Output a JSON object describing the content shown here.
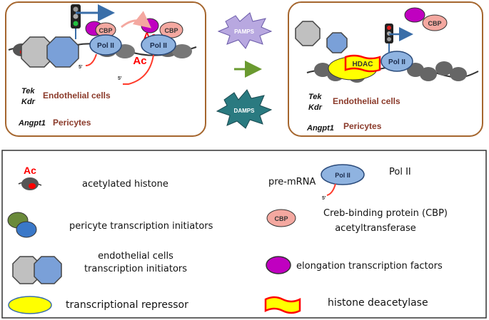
{
  "panels": {
    "left": {
      "genes": {
        "line1": "Tek",
        "line2": "Kdr",
        "line3": "Angpt1"
      },
      "cell_labels": {
        "endothelial": "Endothelial cells",
        "pericytes": "Pericytes"
      },
      "pol_labels": [
        "Pol II",
        "Pol II"
      ],
      "cbp_labels": [
        "CBP",
        "CBP"
      ],
      "ac_labels": [
        "Ac",
        "Ac"
      ],
      "five_prime": [
        "5'",
        "5'"
      ]
    },
    "right": {
      "genes": {
        "line1": "Tek",
        "line2": "Kdr",
        "line3": "Angpt1"
      },
      "cell_labels": {
        "endothelial": "Endothelial cells",
        "pericytes": "Pericytes"
      },
      "pol_label": "Pol II",
      "cbp_label": "CBP",
      "hdac_label": "HDAC"
    }
  },
  "signals": {
    "pamps": "PAMPS",
    "damps": "DAMPS"
  },
  "legend": {
    "acetylated_histone": {
      "ac": "Ac",
      "label": "acetylated histone"
    },
    "pericyte": {
      "label": "pericyte transcription  initiators"
    },
    "endothelial": {
      "line1": "endothelial  cells",
      "line2": "transcription  initiators"
    },
    "repressor": {
      "label": "transcriptional repressor"
    },
    "pol": {
      "pre_mrna": "pre-mRNA",
      "pol_short": "Pol II",
      "five_prime": "5'",
      "label": "Pol II"
    },
    "cbp": {
      "badge": "CBP",
      "line1": "Creb-binding protein (CBP)",
      "line2": "acetyltransferase"
    },
    "elongation": {
      "label": "elongation  transcription factors"
    },
    "hdac": {
      "label": "histone deacetylase"
    }
  },
  "colors": {
    "panel_border": "#a5662e",
    "brown_text": "#8b3a2a",
    "ac_red": "#ff0000",
    "pol_blue": "#8fb3e0",
    "octagon_gray": "#c0c0c0",
    "octagon_blue": "#7aa0d8",
    "cbp_pink": "#f4a8a0",
    "elongation_magenta": "#c000c0",
    "repressor_yellow": "#ffff00",
    "pericyte_green": "#6a8a3a",
    "pericyte_blue": "#3a78c8",
    "signal_purple": "#b8a8e0",
    "signal_teal": "#2a7a80",
    "arrow_green": "#6a9a30"
  }
}
